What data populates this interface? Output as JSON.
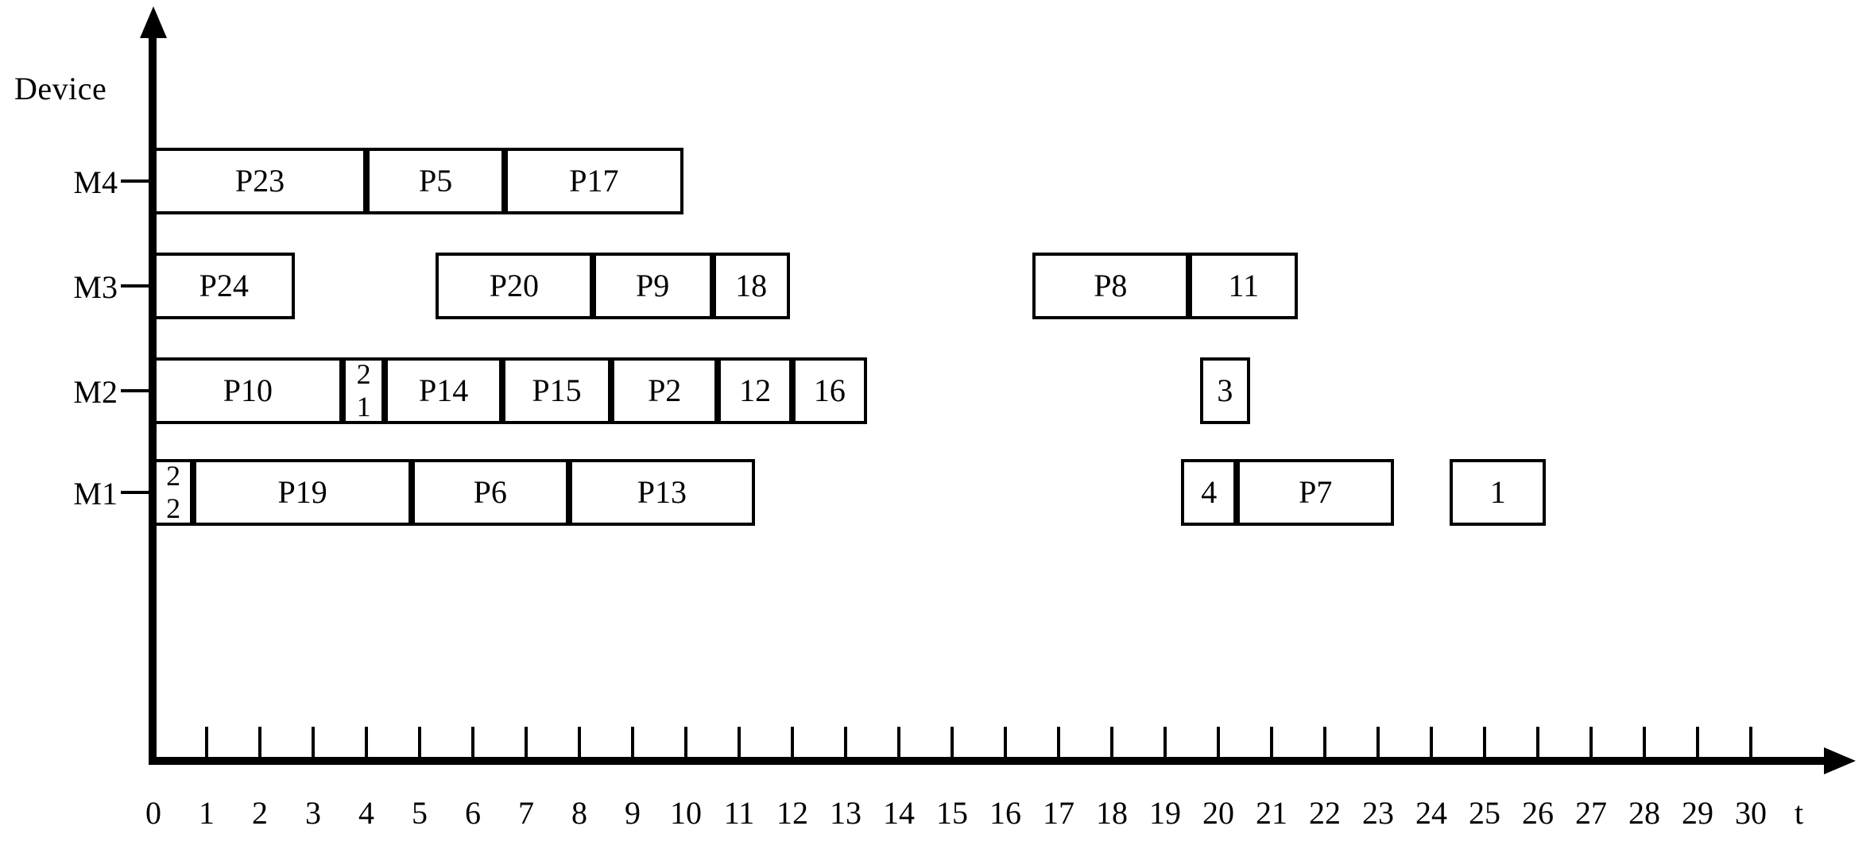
{
  "figure": {
    "type": "gantt",
    "y_axis_title": "Device",
    "x_axis_title": "t",
    "x_range": [
      0,
      30
    ],
    "x_tick_step": 1,
    "x_ticks": [
      "0",
      "1",
      "2",
      "3",
      "4",
      "5",
      "6",
      "7",
      "8",
      "9",
      "10",
      "11",
      "12",
      "13",
      "14",
      "15",
      "16",
      "17",
      "18",
      "19",
      "20",
      "21",
      "22",
      "23",
      "24",
      "25",
      "26",
      "27",
      "28",
      "29",
      "30"
    ],
    "machines": [
      "M4",
      "M3",
      "M2",
      "M1"
    ],
    "colors": {
      "line": "#000000",
      "block_fill": "#ffffff",
      "block_border": "#000000"
    }
  },
  "chart_data": {
    "type": "gantt",
    "title": "",
    "xlabel": "t",
    "ylabel": "Device",
    "xlim": [
      0,
      30
    ],
    "categories": [
      "M4",
      "M3",
      "M2",
      "M1"
    ],
    "rows": [
      {
        "machine": "M4",
        "tasks": [
          {
            "label": "P23",
            "start": 0,
            "end": 4.0,
            "stacked": false
          },
          {
            "label": "P5",
            "start": 4.0,
            "end": 6.6,
            "stacked": false
          },
          {
            "label": "P17",
            "start": 6.6,
            "end": 9.95,
            "stacked": false
          }
        ]
      },
      {
        "machine": "M3",
        "tasks": [
          {
            "label": "P24",
            "start": 0,
            "end": 2.65,
            "stacked": false
          },
          {
            "label": "P20",
            "start": 5.3,
            "end": 8.25,
            "stacked": false
          },
          {
            "label": "P9",
            "start": 8.25,
            "end": 10.5,
            "stacked": false
          },
          {
            "label": "18",
            "start": 10.5,
            "end": 11.95,
            "stacked": false
          },
          {
            "label": "P8",
            "start": 16.5,
            "end": 19.45,
            "stacked": false
          },
          {
            "label": "11",
            "start": 19.45,
            "end": 21.5,
            "stacked": false
          }
        ]
      },
      {
        "machine": "M2",
        "tasks": [
          {
            "label": "P10",
            "start": 0,
            "end": 3.55,
            "stacked": false
          },
          {
            "label": "2\n1",
            "label_top": "2",
            "label_bottom": "1",
            "start": 3.55,
            "end": 4.35,
            "stacked": true
          },
          {
            "label": "P14",
            "start": 4.35,
            "end": 6.55,
            "stacked": false
          },
          {
            "label": "P15",
            "start": 6.55,
            "end": 8.6,
            "stacked": false
          },
          {
            "label": "P2",
            "start": 8.6,
            "end": 10.6,
            "stacked": false
          },
          {
            "label": "12",
            "start": 10.6,
            "end": 12.0,
            "stacked": false
          },
          {
            "label": "16",
            "start": 12.0,
            "end": 13.4,
            "stacked": false
          },
          {
            "label": "3",
            "start": 19.65,
            "end": 20.6,
            "stacked": false
          }
        ]
      },
      {
        "machine": "M1",
        "tasks": [
          {
            "label": "2\n2",
            "label_top": "2",
            "label_bottom": "2",
            "start": 0,
            "end": 0.75,
            "stacked": true
          },
          {
            "label": "P19",
            "start": 0.75,
            "end": 4.85,
            "stacked": false
          },
          {
            "label": "P6",
            "start": 4.85,
            "end": 7.8,
            "stacked": false
          },
          {
            "label": "P13",
            "start": 7.8,
            "end": 11.3,
            "stacked": false
          },
          {
            "label": "4",
            "start": 19.3,
            "end": 20.35,
            "stacked": false
          },
          {
            "label": "P7",
            "start": 20.35,
            "end": 23.3,
            "stacked": false
          },
          {
            "label": "1",
            "start": 24.35,
            "end": 26.15,
            "stacked": false
          }
        ]
      }
    ]
  }
}
